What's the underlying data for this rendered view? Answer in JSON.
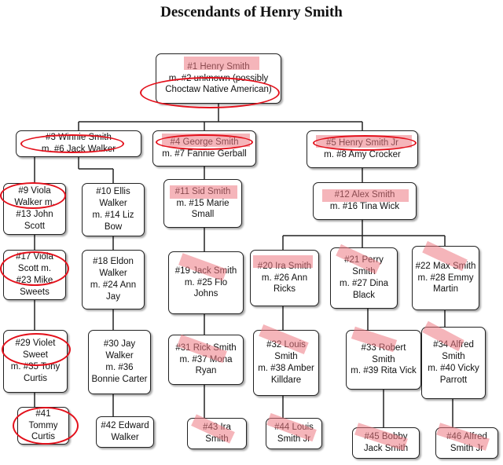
{
  "title": "Descendants of Henry Smith",
  "colors": {
    "box_border": "#222222",
    "circle": "#e3101b",
    "highlight": "#ec7882"
  },
  "people": [
    {
      "id": "p1",
      "name": "#1 Henry Smith",
      "spouse": "m. #2 unknown (possibly Choctaw Native American)"
    },
    {
      "id": "p3",
      "name": "#3 Winnie Smith",
      "spouse": "m. #6 Jack Walker"
    },
    {
      "id": "p4",
      "name": "#4 George Smith",
      "spouse": "m. #7 Fannie Gerball"
    },
    {
      "id": "p5",
      "name": "#5 Henry Smith Jr",
      "spouse": "m. #8 Amy Crocker"
    },
    {
      "id": "p9",
      "name": "#9 Viola Walker m.",
      "spouse": "#13 John Scott"
    },
    {
      "id": "p10",
      "name": "#10 Ellis Walker",
      "spouse": "m. #14 Liz Bow"
    },
    {
      "id": "p11",
      "name": "#11 Sid Smith",
      "spouse": "m. #15 Marie Small"
    },
    {
      "id": "p12",
      "name": "#12 Alex Smith",
      "spouse": "m. #16 Tina Wick"
    },
    {
      "id": "p17",
      "name": "#17 Viola Scott m.",
      "spouse": "#23 Mike Sweets"
    },
    {
      "id": "p18",
      "name": "#18 Eldon Walker",
      "spouse": "m. #24 Ann Jay"
    },
    {
      "id": "p19",
      "name": "#19 Jack Smith",
      "spouse": "m. #25 Flo Johns"
    },
    {
      "id": "p20",
      "name": "#20 Ira Smith",
      "spouse": "m. #26 Ann Ricks"
    },
    {
      "id": "p21",
      "name": "#21 Perry Smith",
      "spouse": "m. #27 Dina Black"
    },
    {
      "id": "p22",
      "name": "#22 Max Smith",
      "spouse": "m. #28 Emmy Martin"
    },
    {
      "id": "p29",
      "name": "#29 Violet Sweet",
      "spouse": "m. #35 Tony Curtis"
    },
    {
      "id": "p30",
      "name": "#30 Jay Walker",
      "spouse": "m. #36 Bonnie Carter"
    },
    {
      "id": "p31",
      "name": "#31 Rick Smith",
      "spouse": "m. #37 Mona Ryan"
    },
    {
      "id": "p32",
      "name": "#32 Louis Smith",
      "spouse": "m. #38 Amber Killdare"
    },
    {
      "id": "p33",
      "name": "#33 Robert Smith",
      "spouse": "m. #39 Rita Vick"
    },
    {
      "id": "p34",
      "name": "#34 Alfred Smith",
      "spouse": "m. #40 Vicky Parrott"
    },
    {
      "id": "p41",
      "name": "#41 Tommy Curtis",
      "spouse": ""
    },
    {
      "id": "p42",
      "name": "#42 Edward Walker",
      "spouse": ""
    },
    {
      "id": "p43",
      "name": "#43 Ira Smith",
      "spouse": ""
    },
    {
      "id": "p44",
      "name": "#44 Louis Smith Jr",
      "spouse": ""
    },
    {
      "id": "p45",
      "name": "#45 Bobby Jack Smith",
      "spouse": ""
    },
    {
      "id": "p46",
      "name": "#46 Alfred Smith Jr",
      "spouse": ""
    }
  ]
}
